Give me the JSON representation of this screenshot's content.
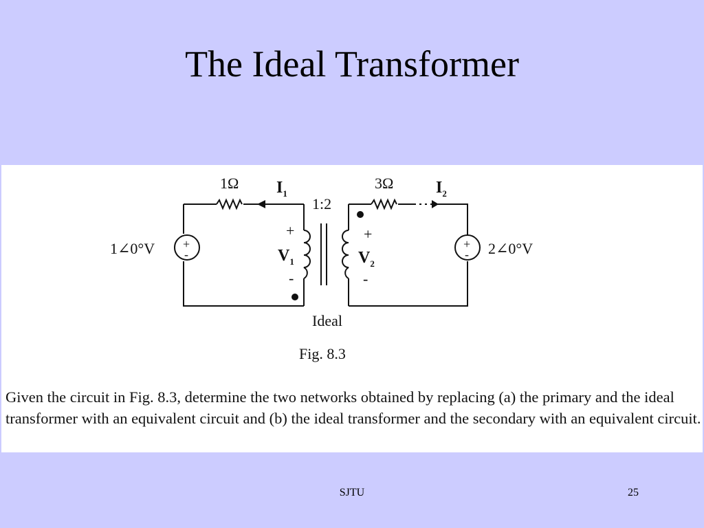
{
  "slide": {
    "title": "The Ideal Transformer",
    "footer_center": "SJTU",
    "page_number": "25"
  },
  "figure": {
    "r1_label": "1Ω",
    "r2_label": "3Ω",
    "i1_label": "I",
    "i1_sub": "1",
    "i2_label": "I",
    "i2_sub": "2",
    "ratio_label": "1:2",
    "source1_label": "1∠0°V",
    "source2_label": "2∠0°V",
    "v1_label": "V",
    "v1_sub": "1",
    "v2_label": "V",
    "v2_sub": "2",
    "plus": "+",
    "minus": "-",
    "ideal_label": "Ideal",
    "caption": "Fig. 8.3"
  },
  "question_text": "Given the circuit in Fig. 8.3, determine the two networks obtained by replacing (a) the primary and the ideal transformer with an equivalent circuit and (b) the ideal transformer and the secondary with an equivalent circuit."
}
